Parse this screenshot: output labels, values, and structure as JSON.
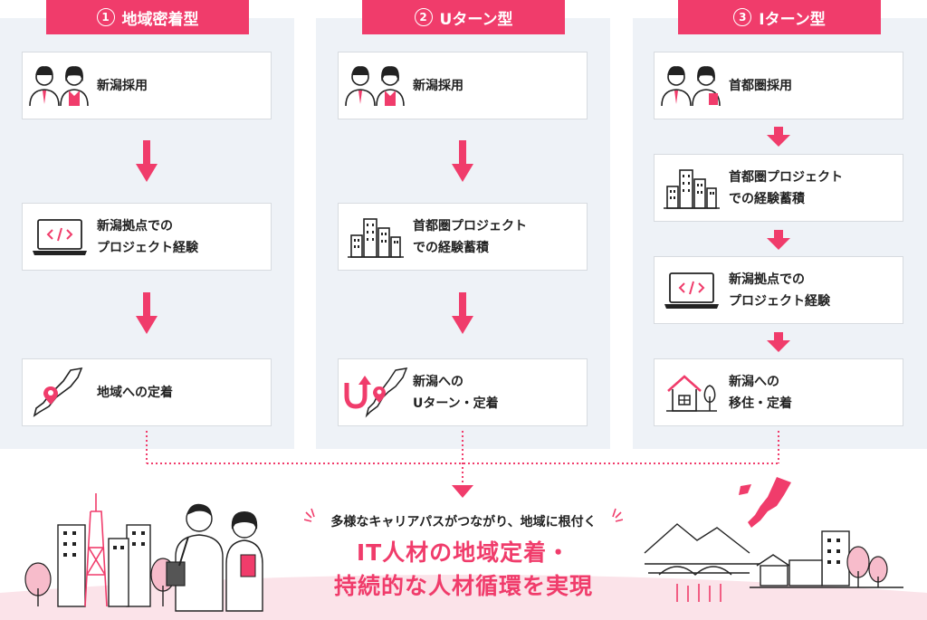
{
  "columns": [
    {
      "number": "1",
      "title": "地域密着型",
      "steps": [
        {
          "icon": "people-icon",
          "lines": [
            "新潟採用"
          ]
        },
        {
          "icon": "laptop-code-icon",
          "lines": [
            "新潟拠点での",
            "プロジェクト経験"
          ]
        },
        {
          "icon": "map-pin-icon",
          "lines": [
            "地域への定着"
          ]
        }
      ]
    },
    {
      "number": "2",
      "title": "Uターン型",
      "steps": [
        {
          "icon": "people-icon",
          "lines": [
            "新潟採用"
          ]
        },
        {
          "icon": "buildings-icon",
          "lines": [
            "首都圏プロジェクト",
            "での経験蓄積"
          ]
        },
        {
          "icon": "u-turn-map-icon",
          "lines": [
            "新潟への",
            "Uターン・定着"
          ]
        }
      ]
    },
    {
      "number": "3",
      "title": "Iターン型",
      "steps": [
        {
          "icon": "people-icon",
          "lines": [
            "首都圏採用"
          ]
        },
        {
          "icon": "buildings-icon",
          "lines": [
            "首都圏プロジェクト",
            "での経験蓄積"
          ]
        },
        {
          "icon": "laptop-code-icon",
          "lines": [
            "新潟拠点での",
            "プロジェクト経験"
          ]
        },
        {
          "icon": "house-icon",
          "lines": [
            "新潟への",
            "移住・定着"
          ]
        }
      ]
    }
  ],
  "conclusion": {
    "tagline": "多様なキャリアパスがつながり、地域に根付く",
    "headline_line1": "IT人材の地域定着・",
    "headline_line2": "持続的な人材循環を実現"
  },
  "colors": {
    "accent": "#f03c6b",
    "column_bg": "#eef2f7",
    "card_border": "#d7dbe0",
    "bottom_bg": "#fbe3e9"
  }
}
